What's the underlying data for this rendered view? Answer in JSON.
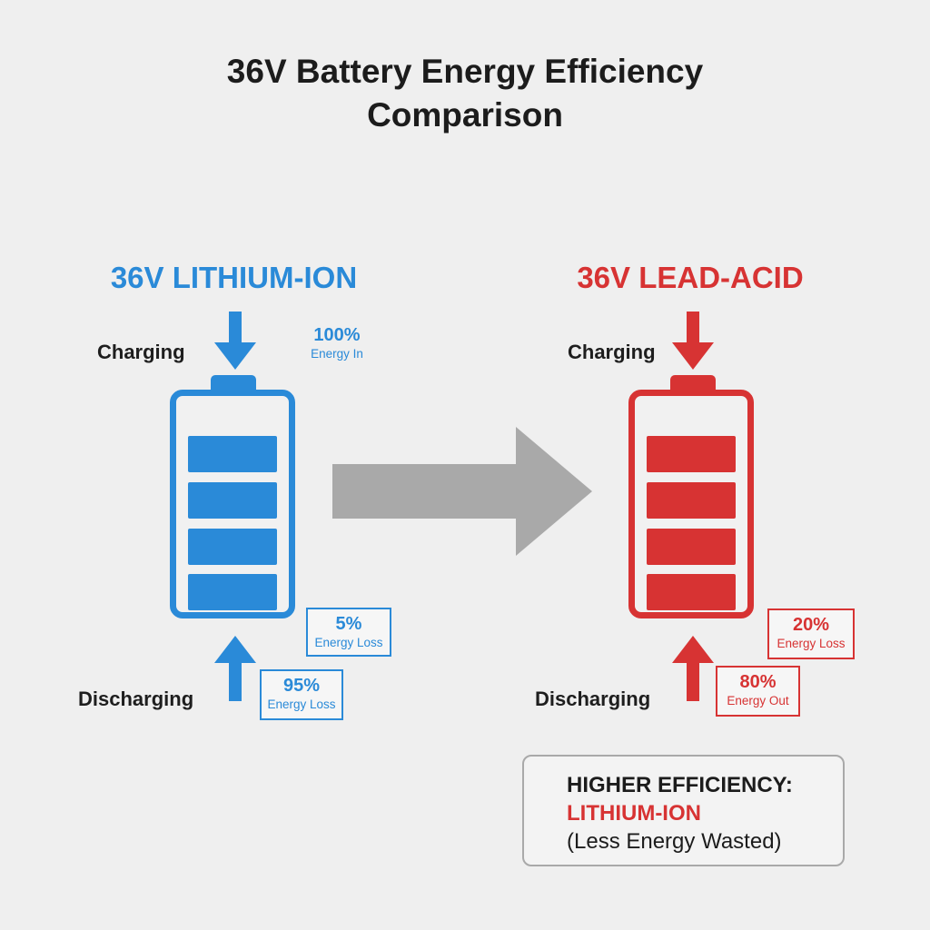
{
  "title": {
    "line1": "36V Battery Energy Efficiency",
    "line2": "Comparison"
  },
  "colors": {
    "lithium": "#2a8ad8",
    "lead": "#d73333",
    "arrow": "#a9a9a9"
  },
  "lithium": {
    "heading": "36V LITHIUM-ION",
    "charging_label": "Charging",
    "discharging_label": "Discharging",
    "energy_in": {
      "value": "100%",
      "caption": "Energy In"
    },
    "loss_box": {
      "value": "5%",
      "caption": "Energy Loss"
    },
    "out_box": {
      "value": "95%",
      "caption": "Energy Loss"
    }
  },
  "lead_acid": {
    "heading": "36V LEAD-ACID",
    "charging_label": "Charging",
    "discharging_label": "Discharging",
    "loss_box": {
      "value": "20%",
      "caption": "Energy Loss"
    },
    "out_box": {
      "value": "80%",
      "caption": "Energy Out"
    }
  },
  "summary": {
    "line1": "HIGHER EFFICIENCY:",
    "line2": "LITHIUM-ION",
    "line3": "(Less Energy Wasted)"
  }
}
